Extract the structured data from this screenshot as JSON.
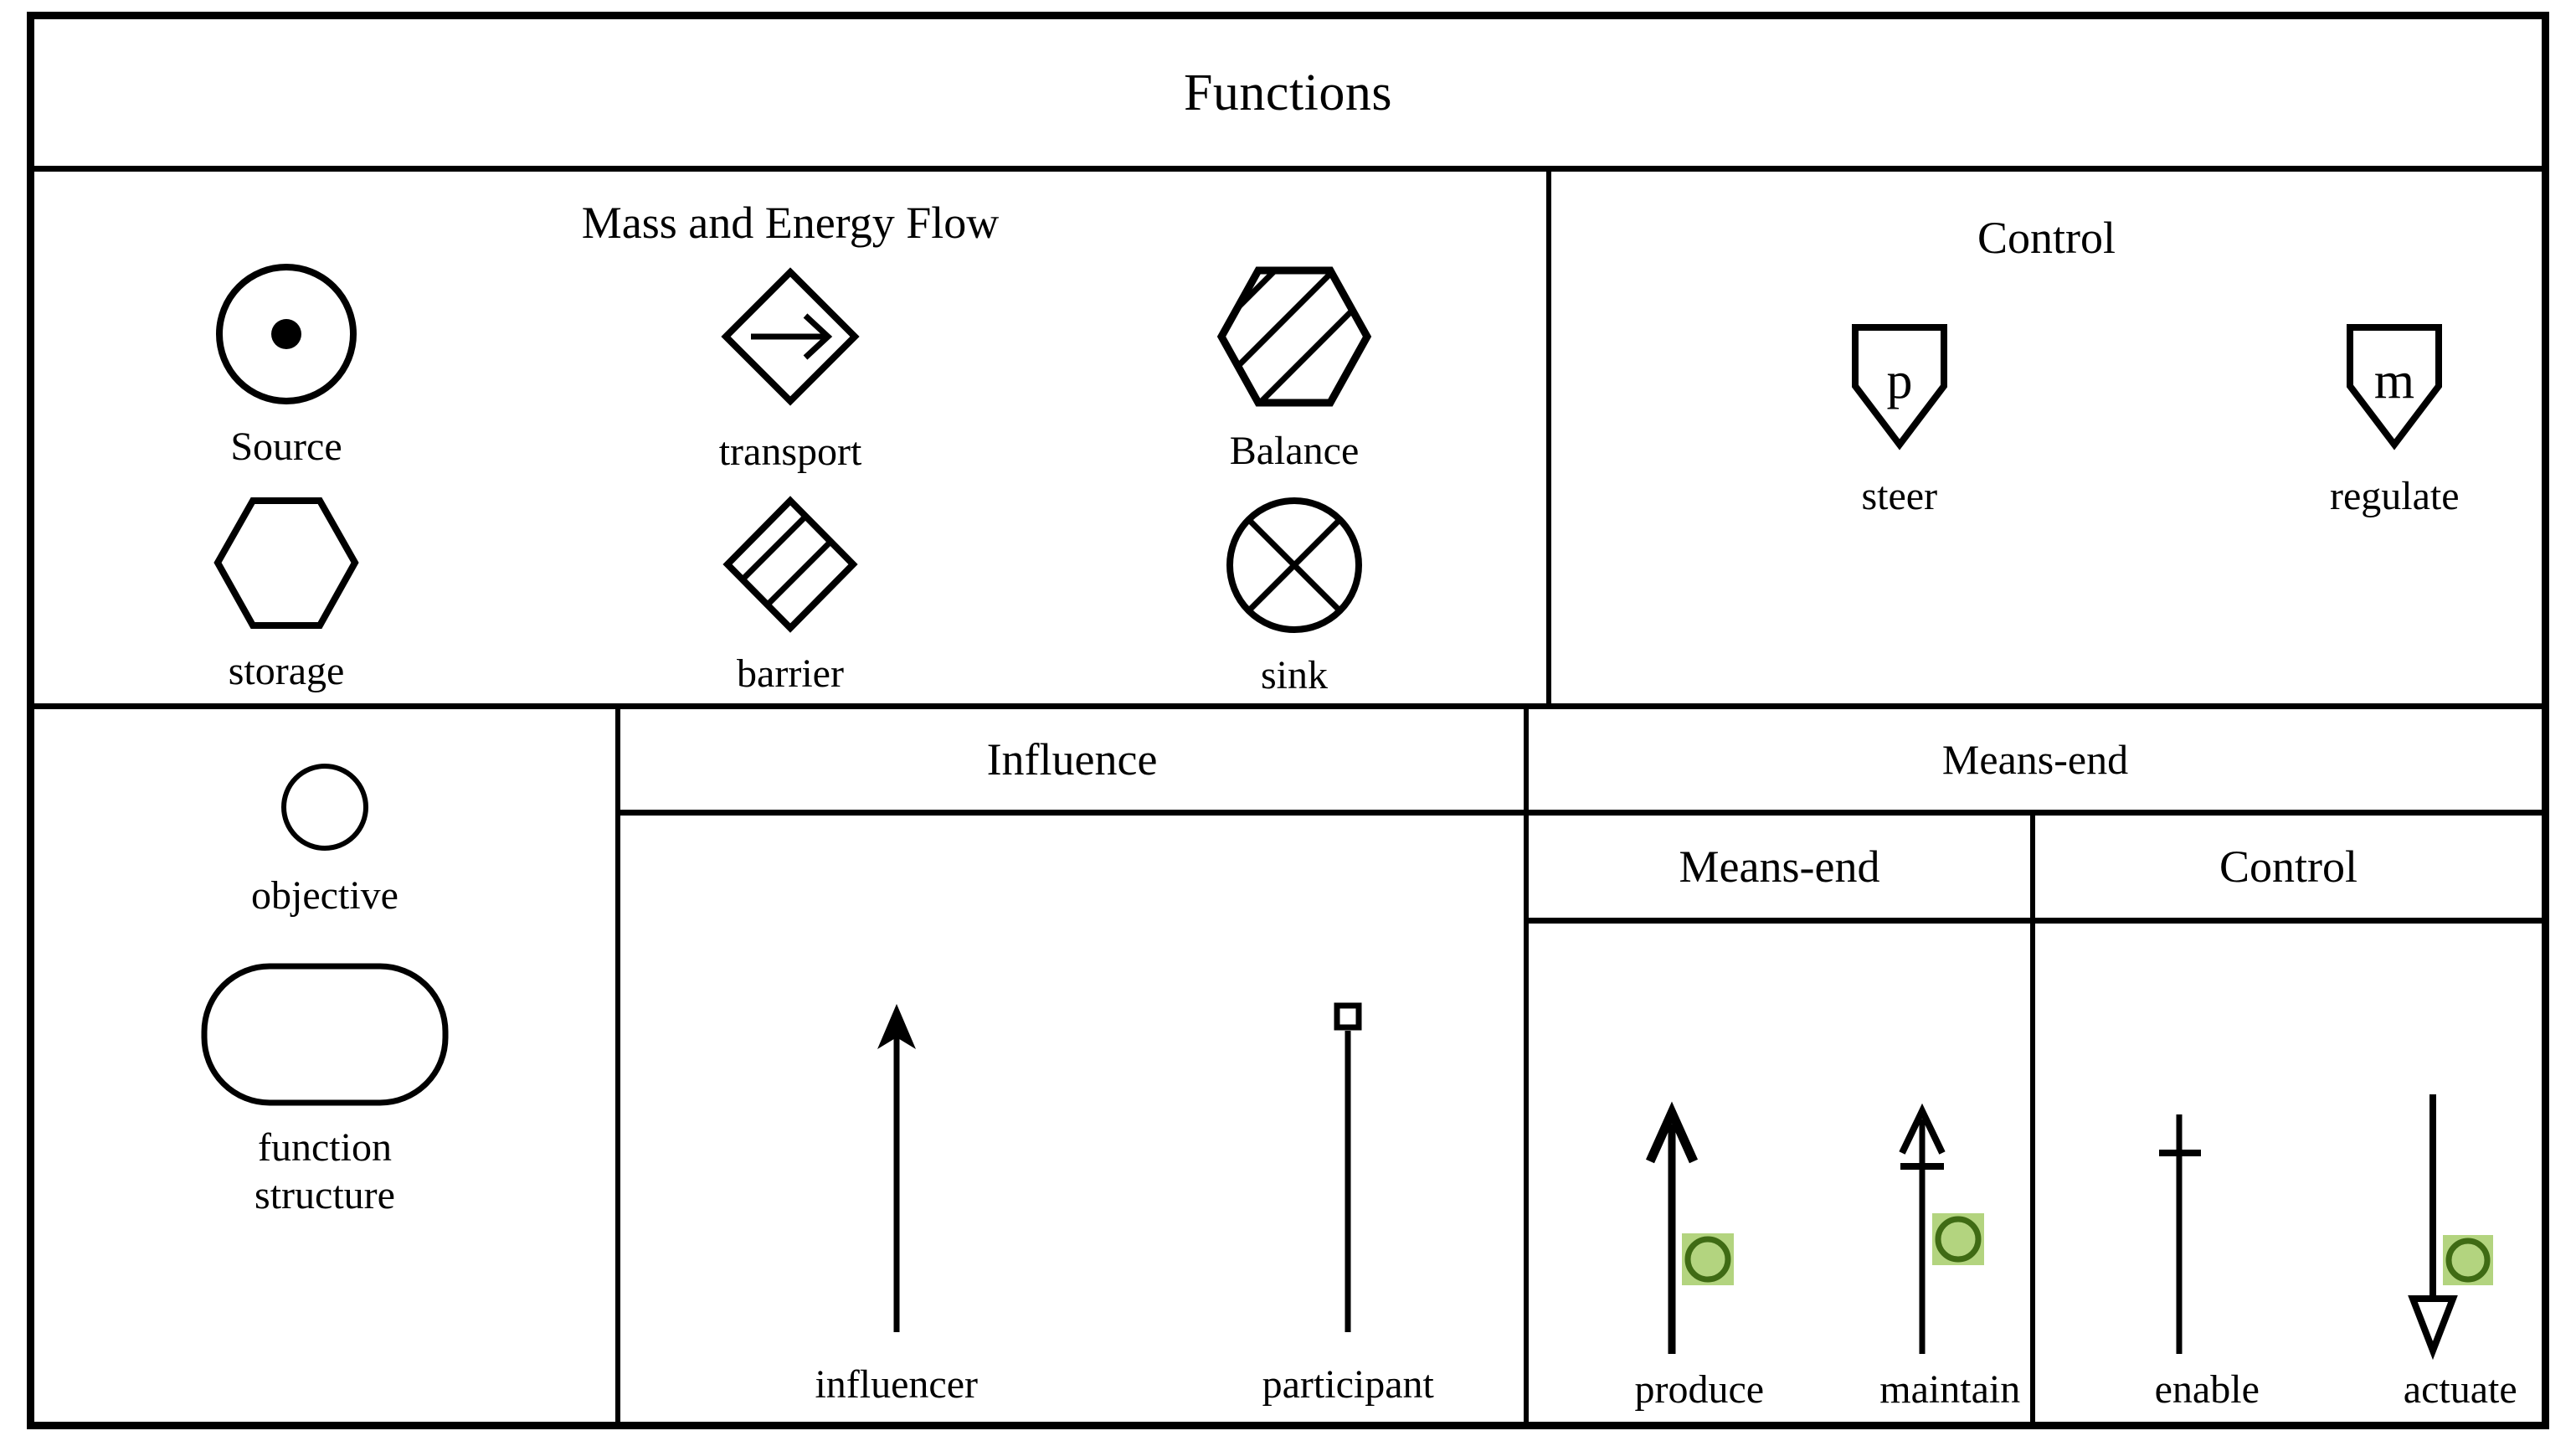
{
  "title": "Functions",
  "sections": {
    "mass_energy": {
      "heading": "Mass and Energy Flow",
      "items": [
        {
          "label": "Source",
          "icon": "circle-with-dot-icon"
        },
        {
          "label": "transport",
          "icon": "diamond-with-right-arrow-icon"
        },
        {
          "label": "Balance",
          "icon": "hexagon-striped-icon"
        },
        {
          "label": "storage",
          "icon": "hexagon-icon"
        },
        {
          "label": "barrier",
          "icon": "diamond-striped-icon"
        },
        {
          "label": "sink",
          "icon": "circle-with-cross-icon"
        }
      ]
    },
    "control_top": {
      "heading": "Control",
      "items": [
        {
          "label": "steer",
          "icon": "pennant-p-icon",
          "glyph_text": "p"
        },
        {
          "label": "regulate",
          "icon": "pennant-m-icon",
          "glyph_text": "m"
        }
      ]
    },
    "objects": {
      "items": [
        {
          "label": "objective",
          "icon": "circle-outline-icon"
        },
        {
          "label": "function\nstructure",
          "label_line1": "function",
          "label_line2": "structure",
          "icon": "stadium-icon"
        }
      ]
    },
    "influence": {
      "heading": "Influence",
      "items": [
        {
          "label": "influencer",
          "icon": "up-arrow-solid-head-icon"
        },
        {
          "label": "participant",
          "icon": "line-with-square-top-icon"
        }
      ]
    },
    "means_end": {
      "heading": "Means-end",
      "sub_means_end": {
        "heading": "Means-end",
        "items": [
          {
            "label": "produce",
            "icon": "up-arrow-open-head-icon",
            "annotation": "green-circle-marker"
          },
          {
            "label": "maintain",
            "icon": "up-arrow-open-head-crossbar-icon",
            "annotation": "green-circle-marker"
          }
        ]
      },
      "sub_control": {
        "heading": "Control",
        "items": [
          {
            "label": "enable",
            "icon": "line-with-crossbar-icon",
            "annotation": null
          },
          {
            "label": "actuate",
            "icon": "down-arrow-hollow-triangle-icon",
            "annotation": "green-circle-marker"
          }
        ]
      }
    }
  },
  "colors": {
    "stroke": "#000000",
    "background": "#ffffff",
    "marker_fill": "#b3d47f",
    "marker_ring": "#3f6b14"
  }
}
